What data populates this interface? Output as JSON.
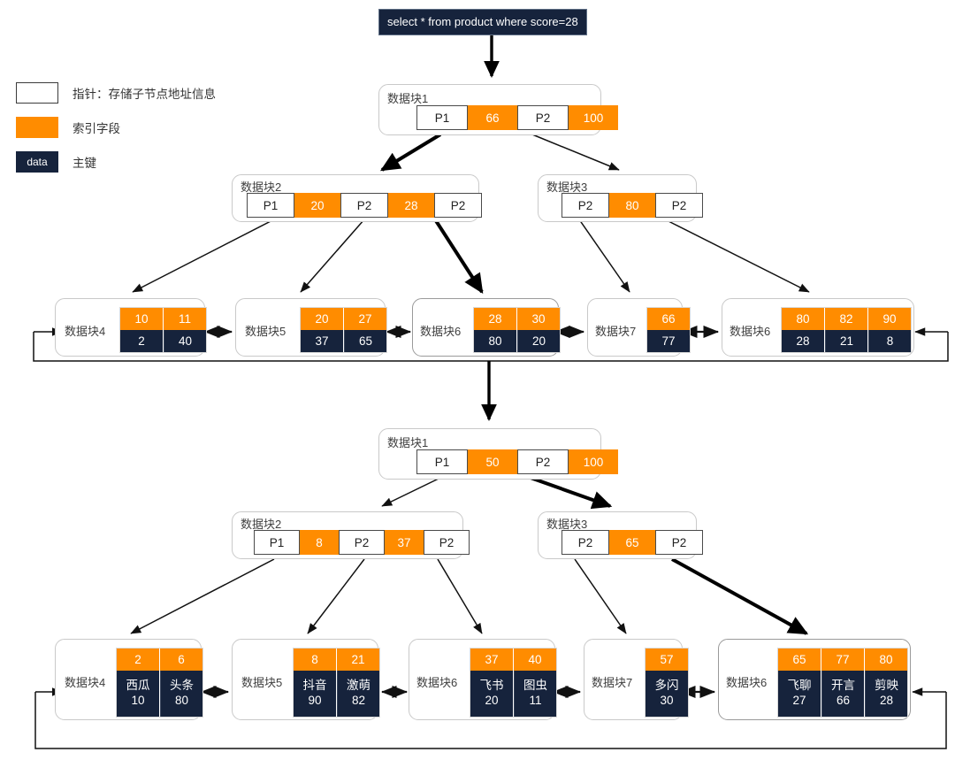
{
  "query": {
    "text": "select * from product where score=28"
  },
  "legend": [
    {
      "icon": "pointer-swatch",
      "sample": "",
      "label": "指针：存储子节点地址信息"
    },
    {
      "icon": "index-swatch",
      "sample": "",
      "label": "索引字段"
    },
    {
      "icon": "data-swatch",
      "sample": "data",
      "label": "主键"
    }
  ],
  "tree_top": {
    "root": {
      "title": "数据块1",
      "cells": [
        {
          "type": "ptr",
          "text": "P1"
        },
        {
          "type": "key",
          "text": "66"
        },
        {
          "type": "ptr",
          "text": "P2"
        },
        {
          "type": "key",
          "text": "100"
        }
      ]
    },
    "internal": [
      {
        "title": "数据块2",
        "cells": [
          {
            "type": "ptr",
            "text": "P1"
          },
          {
            "type": "key",
            "text": "20"
          },
          {
            "type": "ptr",
            "text": "P2"
          },
          {
            "type": "key",
            "text": "28"
          },
          {
            "type": "ptr",
            "text": "P2"
          }
        ]
      },
      {
        "title": "数据块3",
        "cells": [
          {
            "type": "ptr",
            "text": "P2"
          },
          {
            "type": "key",
            "text": "80"
          },
          {
            "type": "ptr",
            "text": "P2"
          }
        ]
      }
    ],
    "leaves": [
      {
        "title": "数据块4",
        "keys": [
          "10",
          "11"
        ],
        "values": [
          "2",
          "40"
        ]
      },
      {
        "title": "数据块5",
        "keys": [
          "20",
          "27"
        ],
        "values": [
          "37",
          "65"
        ]
      },
      {
        "title": "数据块6",
        "keys": [
          "28",
          "30"
        ],
        "values": [
          "80",
          "20"
        ],
        "highlight": true
      },
      {
        "title": "数据块7",
        "keys": [
          "66"
        ],
        "values": [
          "77"
        ]
      },
      {
        "title": "数据块6",
        "keys": [
          "80",
          "82",
          "90"
        ],
        "values": [
          "28",
          "21",
          "8"
        ]
      }
    ]
  },
  "tree_bottom": {
    "root": {
      "title": "数据块1",
      "cells": [
        {
          "type": "ptr",
          "text": "P1"
        },
        {
          "type": "key",
          "text": "50"
        },
        {
          "type": "ptr",
          "text": "P2"
        },
        {
          "type": "key",
          "text": "100"
        }
      ]
    },
    "internal": [
      {
        "title": "数据块2",
        "cells": [
          {
            "type": "ptr",
            "text": "P1"
          },
          {
            "type": "key",
            "text": "8"
          },
          {
            "type": "ptr",
            "text": "P2"
          },
          {
            "type": "key",
            "text": "37"
          },
          {
            "type": "ptr",
            "text": "P2"
          }
        ]
      },
      {
        "title": "数据块3",
        "cells": [
          {
            "type": "ptr",
            "text": "P2"
          },
          {
            "type": "key",
            "text": "65"
          },
          {
            "type": "ptr",
            "text": "P2"
          }
        ]
      }
    ],
    "leaves": [
      {
        "title": "数据块4",
        "keys": [
          "2",
          "6"
        ],
        "names": [
          "西瓜",
          "头条"
        ],
        "scores": [
          "10",
          "80"
        ]
      },
      {
        "title": "数据块5",
        "keys": [
          "8",
          "21"
        ],
        "names": [
          "抖音",
          "激萌"
        ],
        "scores": [
          "90",
          "82"
        ]
      },
      {
        "title": "数据块6",
        "keys": [
          "37",
          "40"
        ],
        "names": [
          "飞书",
          "图虫"
        ],
        "scores": [
          "20",
          "11"
        ]
      },
      {
        "title": "数据块7",
        "keys": [
          "57"
        ],
        "names": [
          "多闪"
        ],
        "scores": [
          "30"
        ]
      },
      {
        "title": "数据块6",
        "keys": [
          "65",
          "77",
          "80"
        ],
        "names": [
          "飞聊",
          "开言",
          "剪映"
        ],
        "scores": [
          "27",
          "66",
          "28"
        ],
        "highlight": true
      }
    ]
  },
  "colors": {
    "index_orange": "#ff8c00",
    "data_navy": "#16233c",
    "node_border": "#c9c9c9",
    "edge": "#1a1a1a"
  }
}
